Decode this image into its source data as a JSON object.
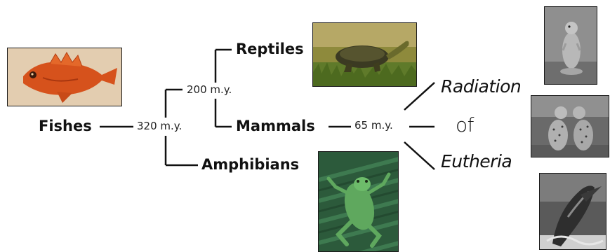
{
  "diagram": {
    "nodes": {
      "fishes": "Fishes",
      "reptiles": "Reptiles",
      "mammals": "Mammals",
      "amphibians": "Amphibians"
    },
    "divergence_times": {
      "fishes_split": "320 m.y.",
      "reptile_mammal_split": "200 m.y.",
      "eutherian_radiation": "65 m.y."
    },
    "radiation_label": {
      "line1": "Radiation",
      "line2": "of",
      "line3": "Eutheria"
    }
  },
  "images": [
    {
      "name": "fish-photo",
      "subject": "red rockfish",
      "tone": "color"
    },
    {
      "name": "turtle-photo",
      "subject": "turtle on grass",
      "tone": "color"
    },
    {
      "name": "frog-photo",
      "subject": "green tree frog on leaf",
      "tone": "color"
    },
    {
      "name": "squirrel-photo",
      "subject": "ground squirrel",
      "tone": "grayscale"
    },
    {
      "name": "cheetahs-photo",
      "subject": "two cheetahs",
      "tone": "grayscale"
    },
    {
      "name": "whale-photo",
      "subject": "breaching whale",
      "tone": "grayscale"
    }
  ],
  "colors": {
    "text": "#111111",
    "lines": "#111111",
    "background": "#ffffff"
  }
}
